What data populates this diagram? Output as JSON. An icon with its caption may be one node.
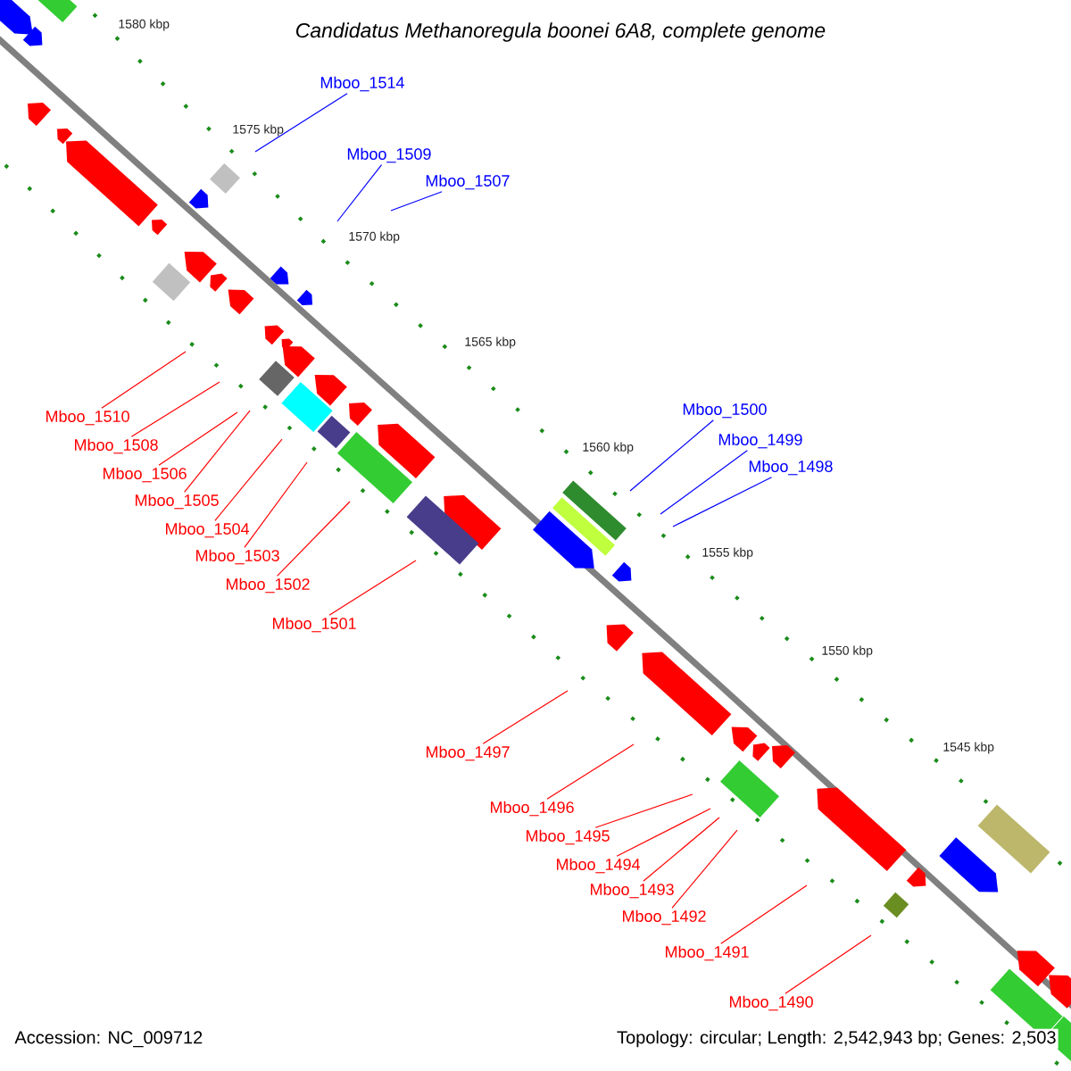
{
  "diagram": {
    "title": "Candidatus Methanoregula boonei 6A8, complete genome",
    "nodes": [
      {
        "text": [
          "Mboo_1514"
        ]
      },
      {
        "text": [
          "Mboo_1509"
        ]
      },
      {
        "text": [
          "Mboo_1507"
        ]
      },
      {
        "text": [
          "Mboo_1500"
        ]
      },
      {
        "text": [
          "Mboo_1499"
        ]
      },
      {
        "text": [
          "Mboo_1498"
        ]
      },
      {
        "text": [
          "Mboo_1510"
        ]
      },
      {
        "text": [
          "Mboo_1508"
        ]
      },
      {
        "text": [
          "Mboo_1506"
        ]
      },
      {
        "text": [
          "Mboo_1505"
        ]
      },
      {
        "text": [
          "Mboo_1504"
        ]
      },
      {
        "text": [
          "Mboo_1503"
        ]
      },
      {
        "text": [
          "Mboo_1502"
        ]
      },
      {
        "text": [
          "Mboo_1501"
        ]
      },
      {
        "text": [
          "Mboo_1497"
        ]
      },
      {
        "text": [
          "Mboo_1496"
        ]
      },
      {
        "text": [
          "Mboo_1495"
        ]
      },
      {
        "text": [
          "Mboo_1494"
        ]
      },
      {
        "text": [
          "Mboo_1493"
        ]
      },
      {
        "text": [
          "Mboo_1492"
        ]
      },
      {
        "text": [
          "Mboo_1491"
        ]
      },
      {
        "text": [
          "Mboo_1490"
        ]
      }
    ],
    "edges": [
      {
        "from": 0,
        "to": null,
        "arrow": "none",
        "color": "#0000ff"
      },
      {
        "from": 1,
        "to": null,
        "arrow": "none",
        "color": "#0000ff"
      },
      {
        "from": 2,
        "to": null,
        "arrow": "none",
        "color": "#0000ff"
      },
      {
        "from": 3,
        "to": null,
        "arrow": "none",
        "color": "#0000ff"
      },
      {
        "from": 4,
        "to": null,
        "arrow": "none",
        "color": "#0000ff"
      },
      {
        "from": 5,
        "to": null,
        "arrow": "none",
        "color": "#0000ff"
      },
      {
        "from": 6,
        "to": null,
        "arrow": "none"
      },
      {
        "from": 7,
        "to": null,
        "arrow": "none"
      },
      {
        "from": 8,
        "to": null,
        "arrow": "none"
      },
      {
        "from": 9,
        "to": null,
        "arrow": "none"
      },
      {
        "from": 10,
        "to": null,
        "arrow": "none"
      },
      {
        "from": 11,
        "to": null,
        "arrow": "none"
      },
      {
        "from": 12,
        "to": null,
        "arrow": "none"
      },
      {
        "from": 13,
        "to": null,
        "arrow": "none"
      },
      {
        "from": 14,
        "to": null,
        "arrow": "none"
      },
      {
        "from": 15,
        "to": null,
        "arrow": "none"
      },
      {
        "from": 16,
        "to": null,
        "arrow": "none"
      },
      {
        "from": 17,
        "to": null,
        "arrow": "none"
      },
      {
        "from": 18,
        "to": null,
        "arrow": "none"
      },
      {
        "from": 19,
        "to": null,
        "arrow": "none"
      },
      {
        "from": 20,
        "to": null,
        "arrow": "none"
      },
      {
        "from": 21,
        "to": null,
        "arrow": "none"
      }
    ],
    "labels": [
      "1580 kbp",
      "1575 kbp",
      "1570 kbp",
      "1565 kbp",
      "1560 kbp",
      "1555 kbp",
      "1550 kbp",
      "1545 kbp",
      "Accession: NC_009712",
      "Topology: circular; Length: 2,542,943 bp; Genes: 2,503"
    ]
  }
}
